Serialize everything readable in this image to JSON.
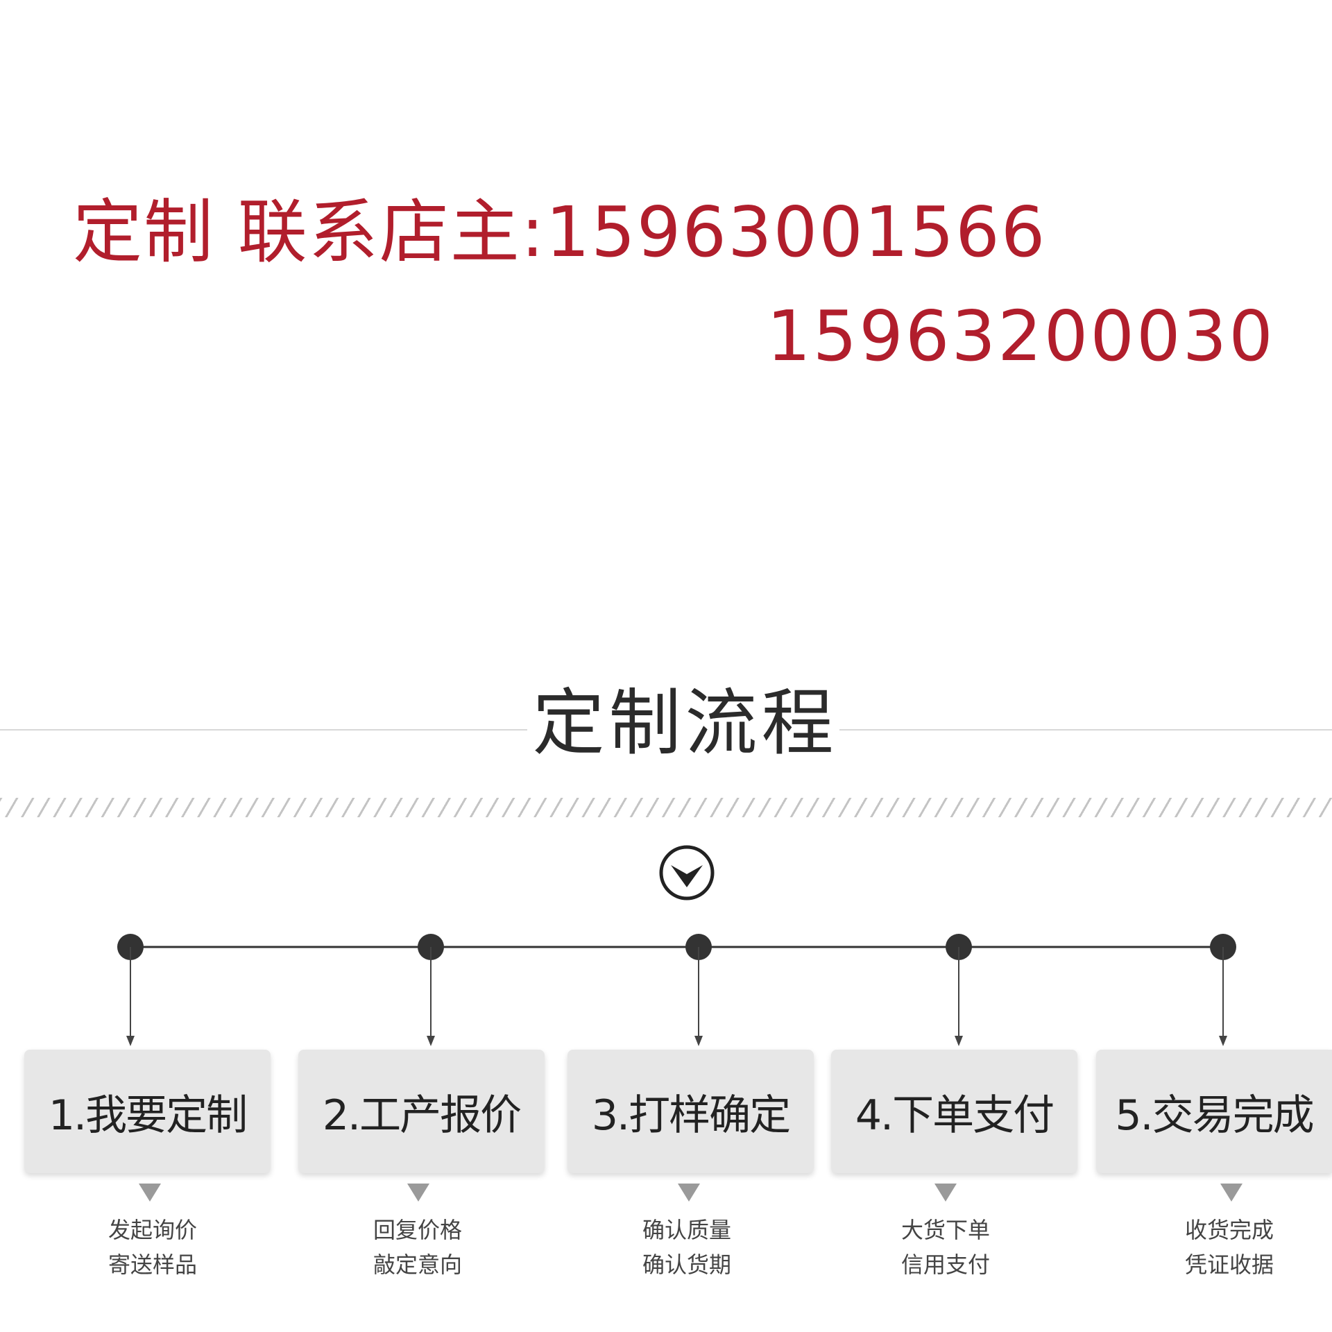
{
  "contact": {
    "line1": "定制 联系店主:15963001566",
    "line2": "15963200030",
    "color": "#b11e2c"
  },
  "process": {
    "title": "定制流程",
    "chevron_icon": "chevron-down-circle-icon",
    "steps": [
      {
        "label": "1.我要定制",
        "desc1": "发起询价",
        "desc2": "寄送样品"
      },
      {
        "label": "2.工产报价",
        "desc1": "回复价格",
        "desc2": "敲定意向"
      },
      {
        "label": "3.打样确定",
        "desc1": "确认质量",
        "desc2": "确认货期"
      },
      {
        "label": "4.下单支付",
        "desc1": "大货下单",
        "desc2": "信用支付"
      },
      {
        "label": "5.交易完成",
        "desc1": "收货完成",
        "desc2": "凭证收据"
      }
    ]
  }
}
